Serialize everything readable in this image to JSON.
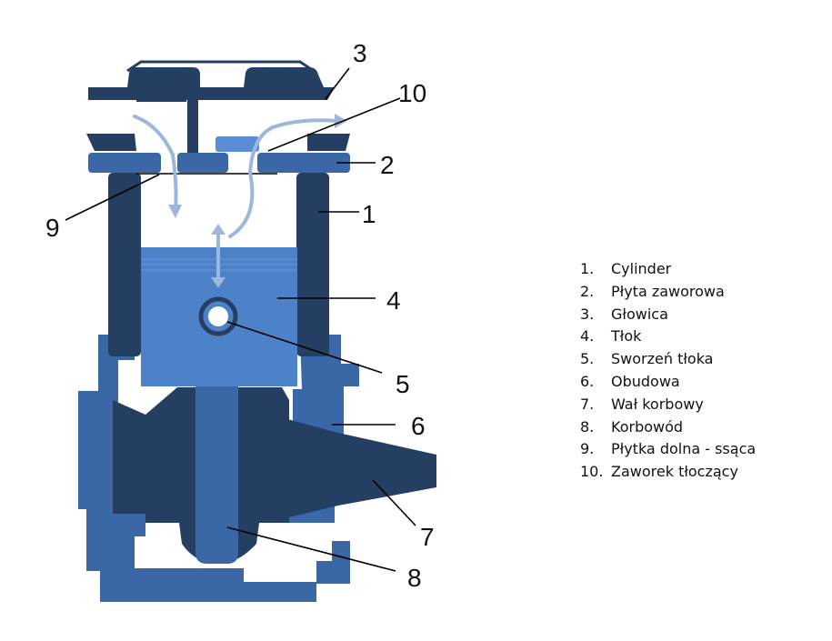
{
  "colors": {
    "dark": "#253F63",
    "mid": "#3A67A5",
    "light": "#4E82C8",
    "accent": "#5A8DD6",
    "arrow": "#9DB7DC",
    "line": "#000000"
  },
  "callouts": [
    "1",
    "2",
    "3",
    "4",
    "5",
    "6",
    "7",
    "8",
    "9",
    "10"
  ],
  "legend": [
    {
      "num": "1.",
      "label": "Cylinder"
    },
    {
      "num": "2.",
      "label": "Płyta zaworowa"
    },
    {
      "num": "3.",
      "label": "Głowica"
    },
    {
      "num": "4.",
      "label": "Tłok"
    },
    {
      "num": "5.",
      "label": "Sworzeń tłoka"
    },
    {
      "num": "6.",
      "label": "Obudowa"
    },
    {
      "num": "7.",
      "label": "Wał korbowy"
    },
    {
      "num": "8.",
      "label": "Korbowód"
    },
    {
      "num": "9.",
      "label": "Płytka dolna - ssąca"
    },
    {
      "num": "10.",
      "label": "Zaworek tłoczący"
    }
  ]
}
